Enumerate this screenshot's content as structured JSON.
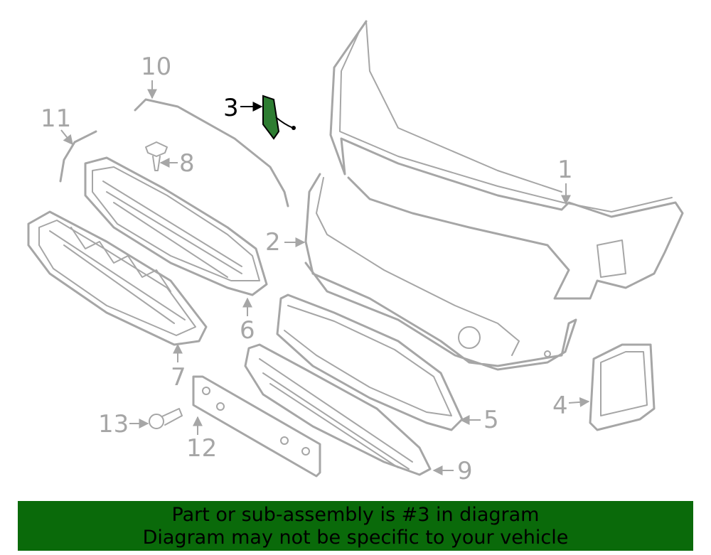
{
  "diagram": {
    "highlight_color": "#2e7d32",
    "part_color": "#a6a6a6",
    "callouts": [
      {
        "id": "1",
        "label": "1"
      },
      {
        "id": "2",
        "label": "2"
      },
      {
        "id": "3",
        "label": "3",
        "highlighted": true
      },
      {
        "id": "4",
        "label": "4"
      },
      {
        "id": "5",
        "label": "5"
      },
      {
        "id": "6",
        "label": "6"
      },
      {
        "id": "7",
        "label": "7"
      },
      {
        "id": "8",
        "label": "8"
      },
      {
        "id": "9",
        "label": "9"
      },
      {
        "id": "10",
        "label": "10"
      },
      {
        "id": "11",
        "label": "11"
      },
      {
        "id": "12",
        "label": "12"
      },
      {
        "id": "13",
        "label": "13"
      }
    ]
  },
  "banner": {
    "line1": "Part or sub-assembly is #3 in diagram",
    "line2": "Diagram may not be specific to your vehicle",
    "background": "#0a6a0a"
  }
}
